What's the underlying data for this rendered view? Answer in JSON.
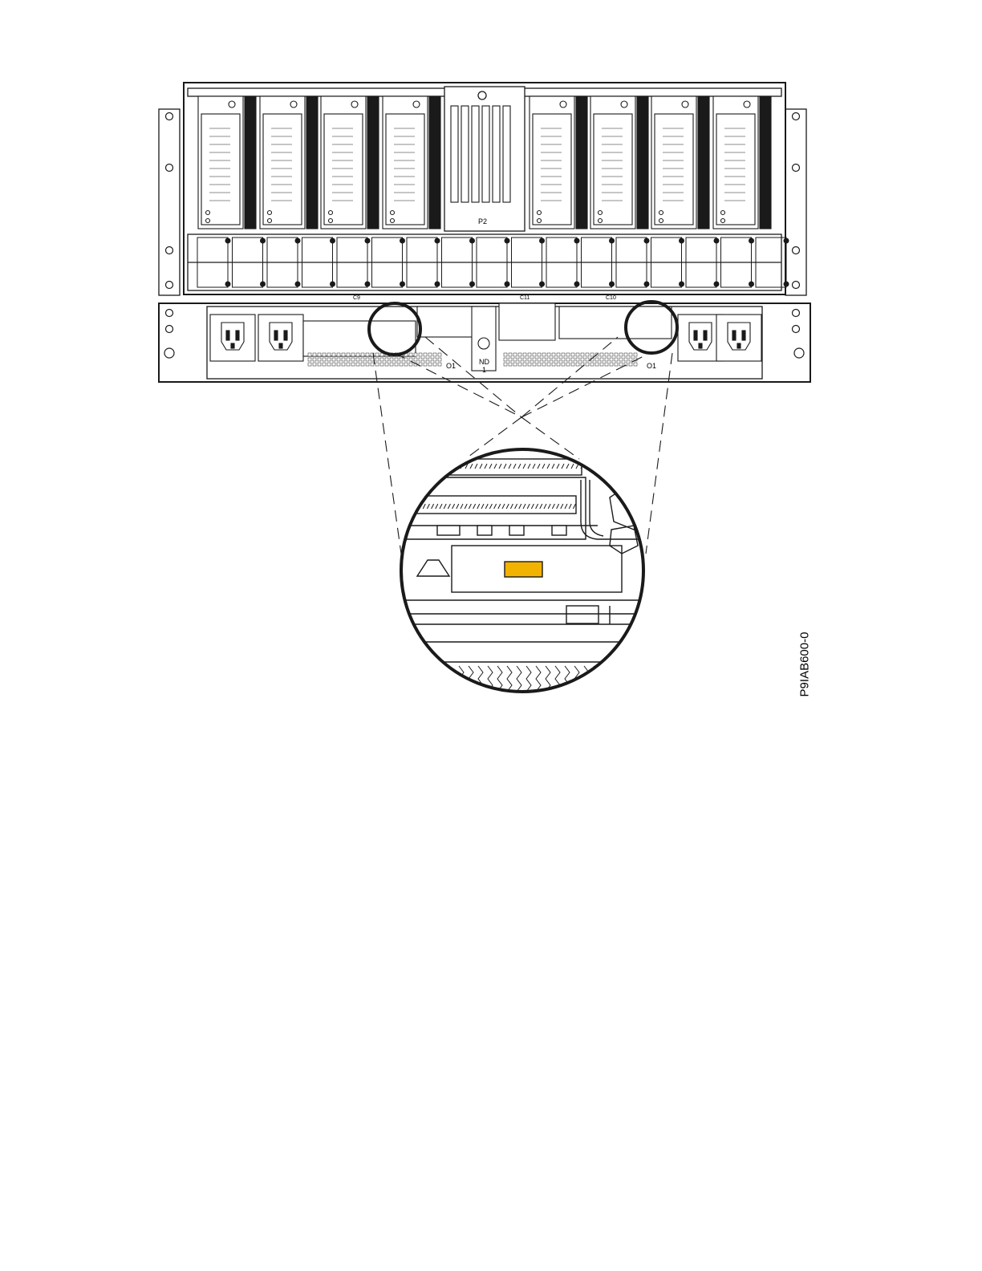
{
  "labels": {
    "slot_top_center": "P2",
    "c9": "C9",
    "c11": "C11",
    "c10": "C10",
    "o1_left": "O1",
    "o1_right": "O1",
    "nd1_line1": "ND",
    "nd1_line2": "1"
  },
  "figure_id": "P9IAB600-0",
  "colors": {
    "line": "#1a1a1a",
    "highlight": "#f2b300"
  }
}
